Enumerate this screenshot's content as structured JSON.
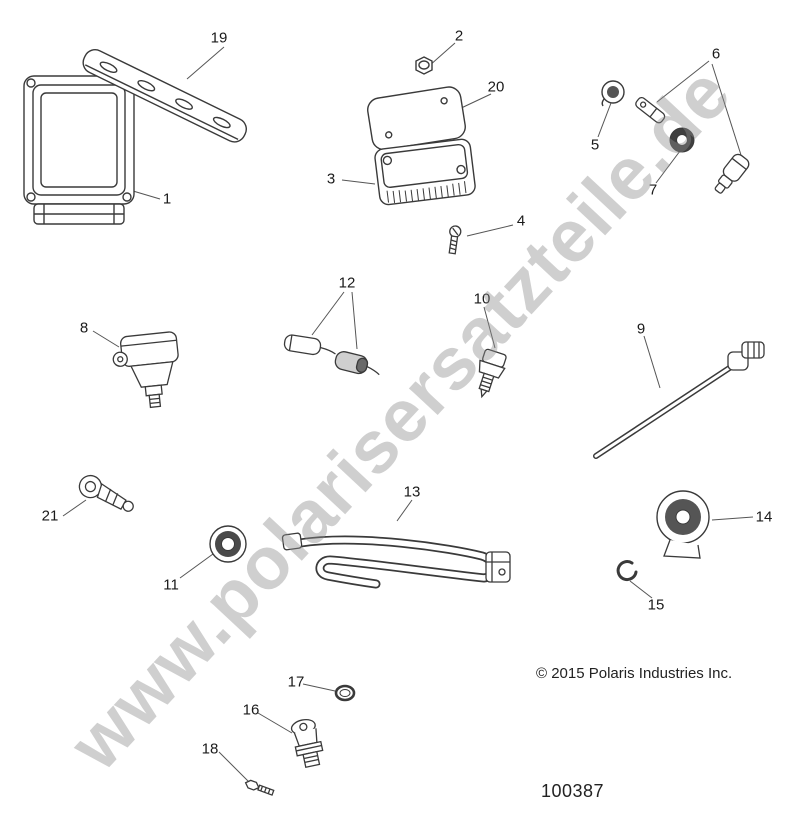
{
  "diagram": {
    "watermark": "www.polarisersatzteile.de",
    "copyright": "© 2015 Polaris Industries Inc.",
    "figure_number": "100387",
    "callouts": [
      "1",
      "2",
      "3",
      "4",
      "5",
      "6",
      "7",
      "8",
      "9",
      "10",
      "11",
      "12",
      "13",
      "14",
      "15",
      "16",
      "17",
      "18",
      "19",
      "20",
      "21"
    ]
  }
}
